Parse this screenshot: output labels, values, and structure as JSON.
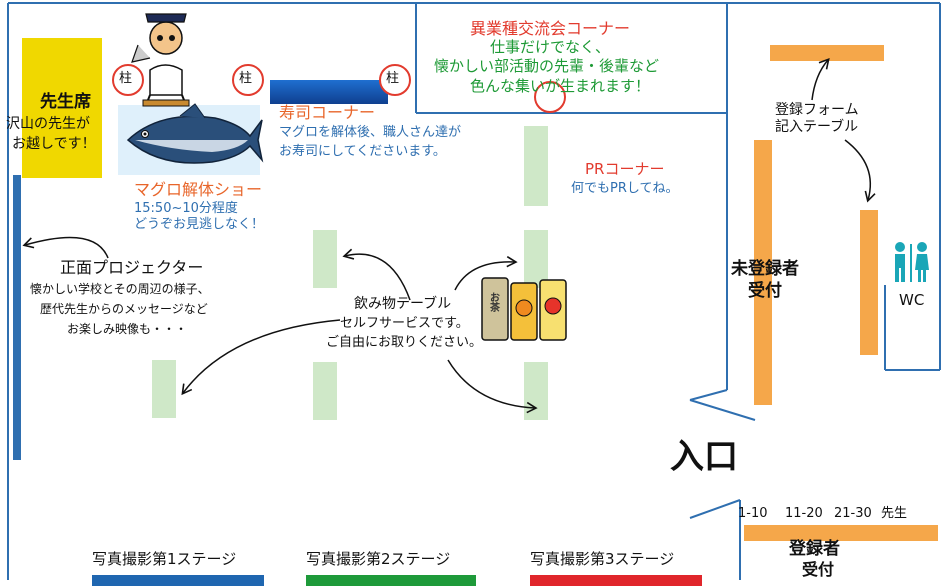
{
  "sensei_seat": {
    "title": "先生席",
    "line1": "沢山の先生が",
    "line2": "お越しです！"
  },
  "pillar_label": "柱",
  "sushi": {
    "title": "寿司コーナー",
    "line1": "マグロを解体後、職人さん達が",
    "line2": "お寿司にしてくださいます。"
  },
  "tuna_show": {
    "title": "マグロ解体ショー",
    "line1": "15:50~10分程度",
    "line2": "どうぞお見逃しなく！"
  },
  "exchange": {
    "title": "異業種交流会コーナー",
    "line1": "仕事だけでなく、",
    "line2": "懐かしい部活動の先輩・後輩など",
    "line3": "色んな集いが生まれます！"
  },
  "pr": {
    "title": "PRコーナー",
    "line1": "何でもPRしてね。"
  },
  "form_table": {
    "line1": "登録フォーム",
    "line2": "記入テーブル"
  },
  "projector": {
    "title": "正面プロジェクター",
    "line1": "懐かしい学校とその周辺の様子、",
    "line2": "歴代先生からのメッセージなど",
    "line3": "お楽しみ映像も・・・"
  },
  "drinks": {
    "line1": "飲み物テーブル",
    "line2": "セルフサービスです。",
    "line3": "ご自由にお取りください。",
    "can_label": "お茶"
  },
  "unregistered": {
    "line1": "未登録者",
    "line2": "受付"
  },
  "wc": {
    "label": "WC"
  },
  "entrance": {
    "label": "入口"
  },
  "registered": {
    "groups": [
      "1-10",
      "11-20",
      "21-30",
      "先生"
    ],
    "line1": "登録者",
    "line2": "受付"
  },
  "stages": [
    {
      "label": "写真撮影第1ステージ",
      "color": "#1f66b0"
    },
    {
      "label": "写真撮影第2ステージ",
      "color": "#1e9a3a"
    },
    {
      "label": "写真撮影第3ステージ",
      "color": "#e0262b"
    }
  ],
  "colors": {
    "wall": "#2f6fb0",
    "table_orange": "#f5a74a",
    "table_green": "#cfe8c8",
    "sensei_yellow": "#f0d800",
    "pillar_red": "#e23b2e"
  }
}
